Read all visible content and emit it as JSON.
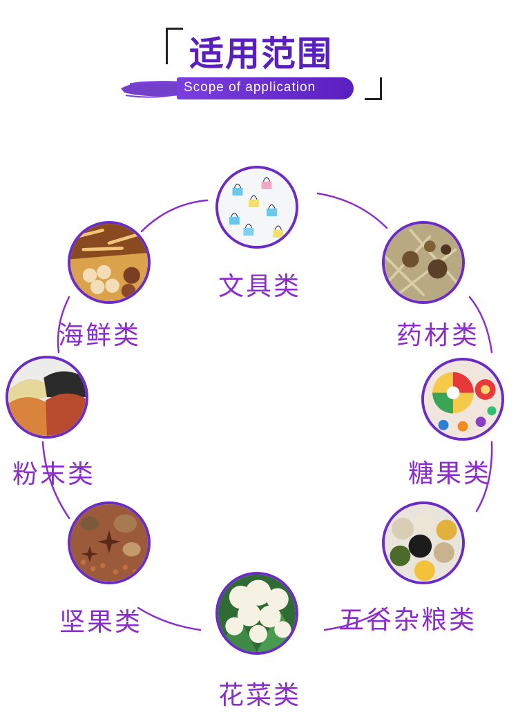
{
  "header": {
    "title": "适用范围",
    "subtitle": "Scope of application"
  },
  "colors": {
    "accent": "#6a2bc7",
    "label": "#8b2ccf",
    "title": "#5a1fbf"
  },
  "categories": [
    {
      "label": "文具类",
      "icon": "binder-clips-icon"
    },
    {
      "label": "药材类",
      "icon": "herbs-icon"
    },
    {
      "label": "糖果类",
      "icon": "candy-icon"
    },
    {
      "label": "五谷杂粮类",
      "icon": "grains-icon"
    },
    {
      "label": "花菜类",
      "icon": "cauliflower-icon"
    },
    {
      "label": "坚果类",
      "icon": "spices-nuts-icon"
    },
    {
      "label": "粉末类",
      "icon": "powder-icon"
    },
    {
      "label": "海鲜类",
      "icon": "seafood-icon"
    }
  ]
}
